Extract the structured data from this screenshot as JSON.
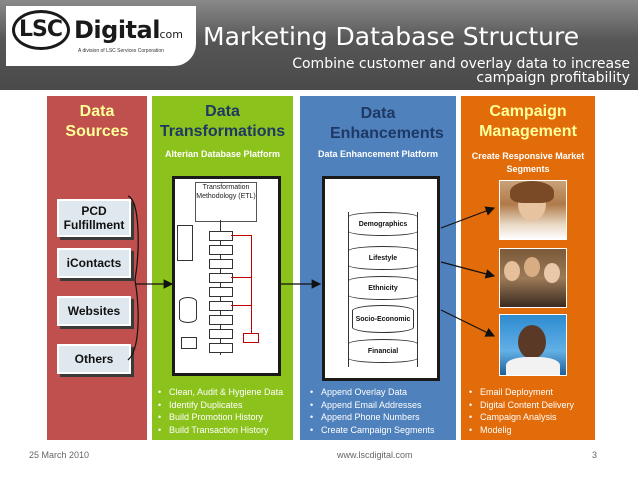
{
  "header": {
    "logo_mark": "LSC",
    "logo_name": "Digital",
    "logo_suffix": ".com",
    "logo_tagline": "A division of LSC Services Corporation",
    "title": "Marketing Database Structure",
    "subtitle": "Combine customer and overlay data to increase campaign profitability"
  },
  "columns": {
    "sources": {
      "title": "Data Sources",
      "items": [
        "PCD Fulfillment",
        "iContacts",
        "Websites",
        "Others"
      ]
    },
    "transformations": {
      "title": "Data Transformations",
      "subtitle": "Alterian Database Platform",
      "method": "Transformation Methodology (ETL)",
      "bullets": [
        "Clean, Audit & Hygiene Data",
        "Identify Duplicates",
        "Build Promotion History",
        "Build Transaction History"
      ]
    },
    "enhancements": {
      "title": "Data Enhancements",
      "subtitle": "Data Enhancement Platform",
      "layers": [
        "Demographics",
        "Lifestyle",
        "Ethnicity",
        "Socio-Economic",
        "Financial"
      ],
      "bullets": [
        "Append Overlay Data",
        "Append Email Addresses",
        "Append Phone Numbers",
        "Create Campaign Segments"
      ]
    },
    "campaign": {
      "title": "Campaign Management",
      "subtitle": "Create Responsive Market Segments",
      "bullets": [
        "Email Deployment",
        "Digital Content Delivery",
        "Campaign Analysis",
        "Modelig"
      ]
    }
  },
  "footer": {
    "date": "25 March 2010",
    "url": "www.lscdigital.com",
    "page": "3"
  },
  "colors": {
    "sources": "#c0504d",
    "transformations": "#8cc21c",
    "enhancements": "#4f81bd",
    "campaign": "#e36c0a",
    "heading_yellow": "#ffff99",
    "heading_navy": "#1f3864"
  }
}
